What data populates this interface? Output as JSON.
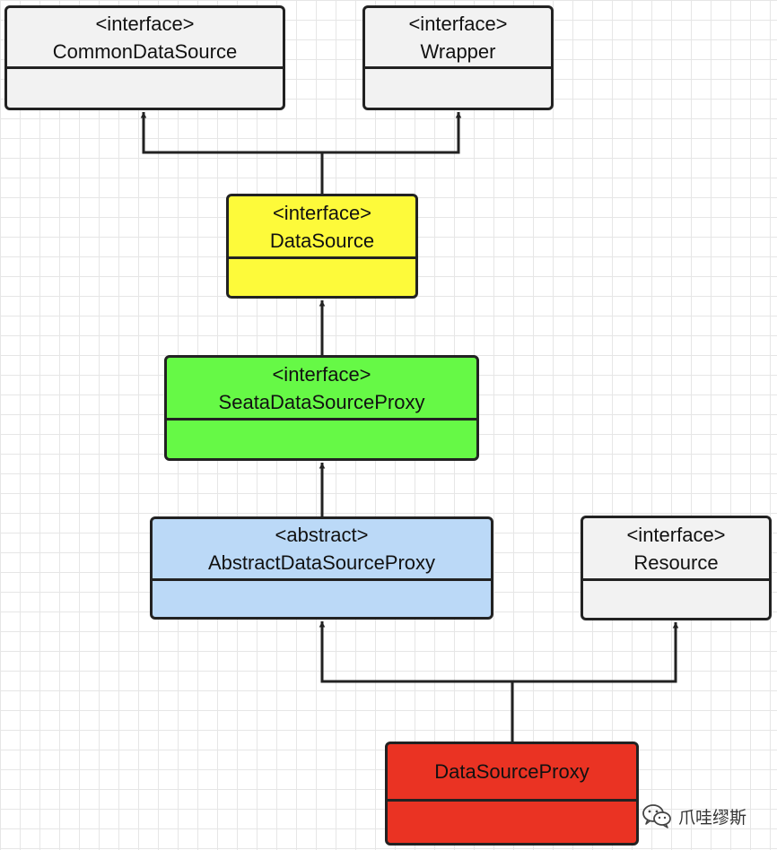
{
  "diagram": {
    "nodes": [
      {
        "id": "common-data-source",
        "stereotype": "<interface>",
        "name": "CommonDataSource",
        "fill": "#f2f2f2"
      },
      {
        "id": "wrapper",
        "stereotype": "<interface>",
        "name": "Wrapper",
        "fill": "#f2f2f2"
      },
      {
        "id": "data-source",
        "stereotype": "<interface>",
        "name": "DataSource",
        "fill": "#fdfa3a"
      },
      {
        "id": "seata-data-source-proxy",
        "stereotype": "<interface>",
        "name": "SeataDataSourceProxy",
        "fill": "#66f946"
      },
      {
        "id": "abstract-data-source-proxy",
        "stereotype": "<abstract>",
        "name": "AbstractDataSourceProxy",
        "fill": "#bbd9f7"
      },
      {
        "id": "resource",
        "stereotype": "<interface>",
        "name": "Resource",
        "fill": "#f2f2f2"
      },
      {
        "id": "data-source-proxy",
        "stereotype": "",
        "name": "DataSourceProxy",
        "fill": "#ea3323"
      }
    ],
    "edges": [
      {
        "from": "data-source",
        "to": "common-data-source"
      },
      {
        "from": "data-source",
        "to": "wrapper"
      },
      {
        "from": "seata-data-source-proxy",
        "to": "data-source"
      },
      {
        "from": "abstract-data-source-proxy",
        "to": "seata-data-source-proxy"
      },
      {
        "from": "data-source-proxy",
        "to": "abstract-data-source-proxy"
      },
      {
        "from": "data-source-proxy",
        "to": "resource"
      }
    ]
  },
  "watermark": {
    "text": "爪哇缪斯",
    "icon": "wechat-icon"
  }
}
